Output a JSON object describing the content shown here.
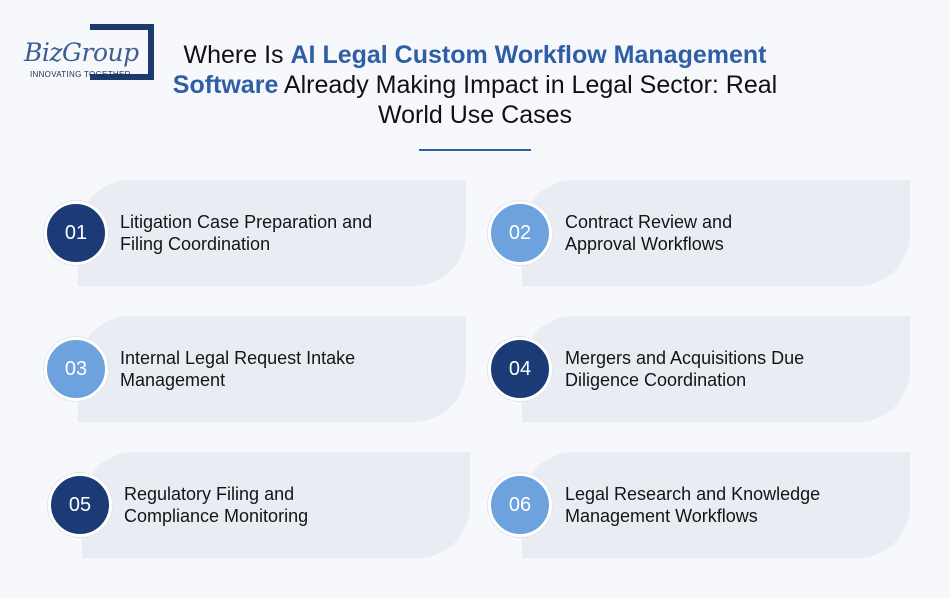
{
  "logo": {
    "brand": "BizGroup",
    "tagline": "INNOVATING TOGETHER"
  },
  "title": {
    "part1": "Where Is ",
    "highlight": "AI Legal Custom Workflow Management Software",
    "part2": " Already Making Impact in Legal Sector: Real World Use Cases"
  },
  "colors": {
    "dark_blue": "#1c3a76",
    "light_blue": "#6ea2de",
    "card_bg": "#e9edf3"
  },
  "use_cases": [
    {
      "number": "01",
      "label": "Litigation Case Preparation and Filing Coordination",
      "badge_color": "dark"
    },
    {
      "number": "02",
      "label": "Contract Review and Approval Workflows",
      "badge_color": "light"
    },
    {
      "number": "03",
      "label": "Internal Legal Request Intake Management",
      "badge_color": "light"
    },
    {
      "number": "04",
      "label": "Mergers and Acquisitions Due Diligence Coordination",
      "badge_color": "dark"
    },
    {
      "number": "05",
      "label": "Regulatory Filing and Compliance Monitoring",
      "badge_color": "dark"
    },
    {
      "number": "06",
      "label": "Legal Research and Knowledge Management Workflows",
      "badge_color": "light"
    }
  ]
}
